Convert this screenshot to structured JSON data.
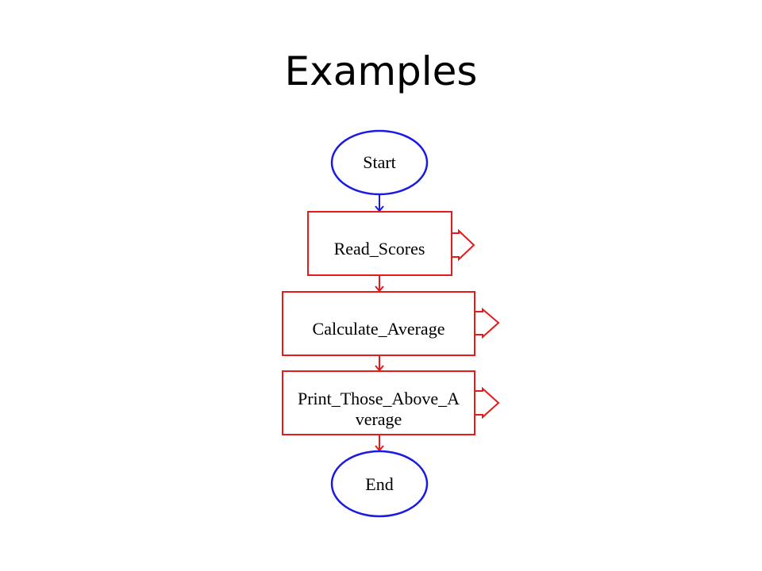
{
  "slide": {
    "title": "Examples"
  },
  "flowchart": {
    "start_label": "Start",
    "end_label": "End",
    "steps": [
      {
        "lines": [
          "Read_Scores"
        ]
      },
      {
        "lines": [
          "Calculate_Average"
        ]
      },
      {
        "lines": [
          "Print_Those_Above_A",
          "verage"
        ]
      }
    ],
    "colors": {
      "terminal": "#1a1ae6",
      "process": "#e61a1a"
    }
  }
}
